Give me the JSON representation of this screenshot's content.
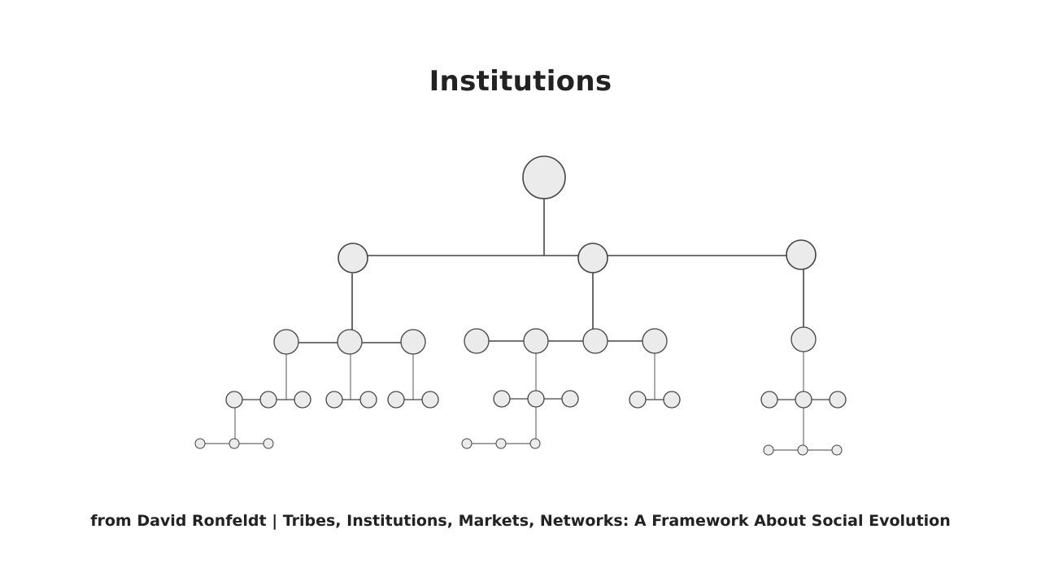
{
  "slide": {
    "title": "Institutions",
    "caption": "from David Ronfeldt | Tribes, Institutions, Markets, Networks: A Framework About Social Evolution"
  },
  "diagram": {
    "type": "hierarchy-tree",
    "node_fill": "#ebebeb",
    "node_stroke": "#444444",
    "edge_color": "#444444",
    "root": {
      "children": [
        {
          "children": [
            {
              "children": [
                {
                  "children": [
                    {
                      "children": [
                        {},
                        {},
                        {}
                      ]
                    },
                    {},
                    {}
                  ]
                }
              ]
            },
            {
              "children": [
                {
                  "children": [
                    {},
                    {}
                  ]
                }
              ]
            },
            {
              "children": [
                {
                  "children": [
                    {},
                    {}
                  ]
                }
              ]
            }
          ]
        },
        {
          "children": [
            {
              "children": []
            },
            {
              "children": [
                {
                  "children": [
                    {},
                    {
                      "children": [
                        {},
                        {},
                        {}
                      ]
                    },
                    {}
                  ]
                }
              ]
            },
            {
              "children": []
            },
            {
              "children": [
                {
                  "children": [
                    {},
                    {}
                  ]
                }
              ]
            }
          ]
        },
        {
          "children": [
            {
              "children": [
                {
                  "children": [
                    {},
                    {
                      "children": [
                        {},
                        {},
                        {}
                      ]
                    },
                    {}
                  ]
                }
              ]
            }
          ]
        }
      ]
    }
  }
}
